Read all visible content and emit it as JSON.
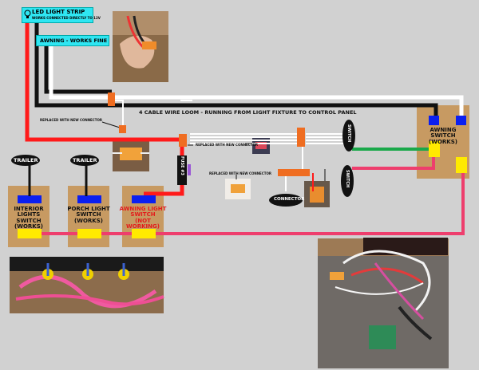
{
  "colors": {
    "background": "#d1d1d1",
    "label_box": "#2fe6f2",
    "panel": "#c79a62",
    "wire_red": "#ff1a1a",
    "wire_black": "#111111",
    "wire_white": "#ffffff",
    "wire_green": "#1aa84a",
    "wire_pink": "#ee3e6d",
    "terminal_blue": "#0b1ff0",
    "terminal_yellow": "#ffea00",
    "connector_orange": "#ef6d21",
    "fuse_purple": "#9b59d6"
  },
  "labels": {
    "led_title": "LED LIGHT STRIP",
    "led_sub": "WORKS CONNECTED DIRECTLY TO 12V",
    "awning_works": "AWNING - WORKS FINE",
    "loom": "4 CABLE WIRE LOOM - RUNNING FROM LIGHT FIXTURE TO CONTROL PANEL",
    "replaced_1": "REPLACED WITH NEW CONNECTOR",
    "replaced_2": "REPLACED WITH NEW CONNECTOR",
    "replaced_3": "REPLACED WITH NEW CONNECTOR",
    "fuse": "FUSE #3",
    "connector": "CONNECTOR",
    "switch_1": "SWITCH",
    "switch_2": "SWITCH"
  },
  "switches": {
    "interior": {
      "tag": "TRAILER",
      "line1": "INTERIOR LIGHTS",
      "line2": "SWITCH",
      "line3": "(WORKS)"
    },
    "porch": {
      "tag": "TRAILER",
      "line1": "PORCH LIGHT",
      "line2": "SWITCH",
      "line3": "(WORKS)"
    },
    "awning_light": {
      "line1": "AWNING LIGHT",
      "line2": "SWITCH",
      "line3": "(NOT WORKING)"
    },
    "awning": {
      "line1": "AWNING SWITCH",
      "line2": "(WORKS)"
    }
  },
  "icons": [
    "lightbulb-icon"
  ]
}
